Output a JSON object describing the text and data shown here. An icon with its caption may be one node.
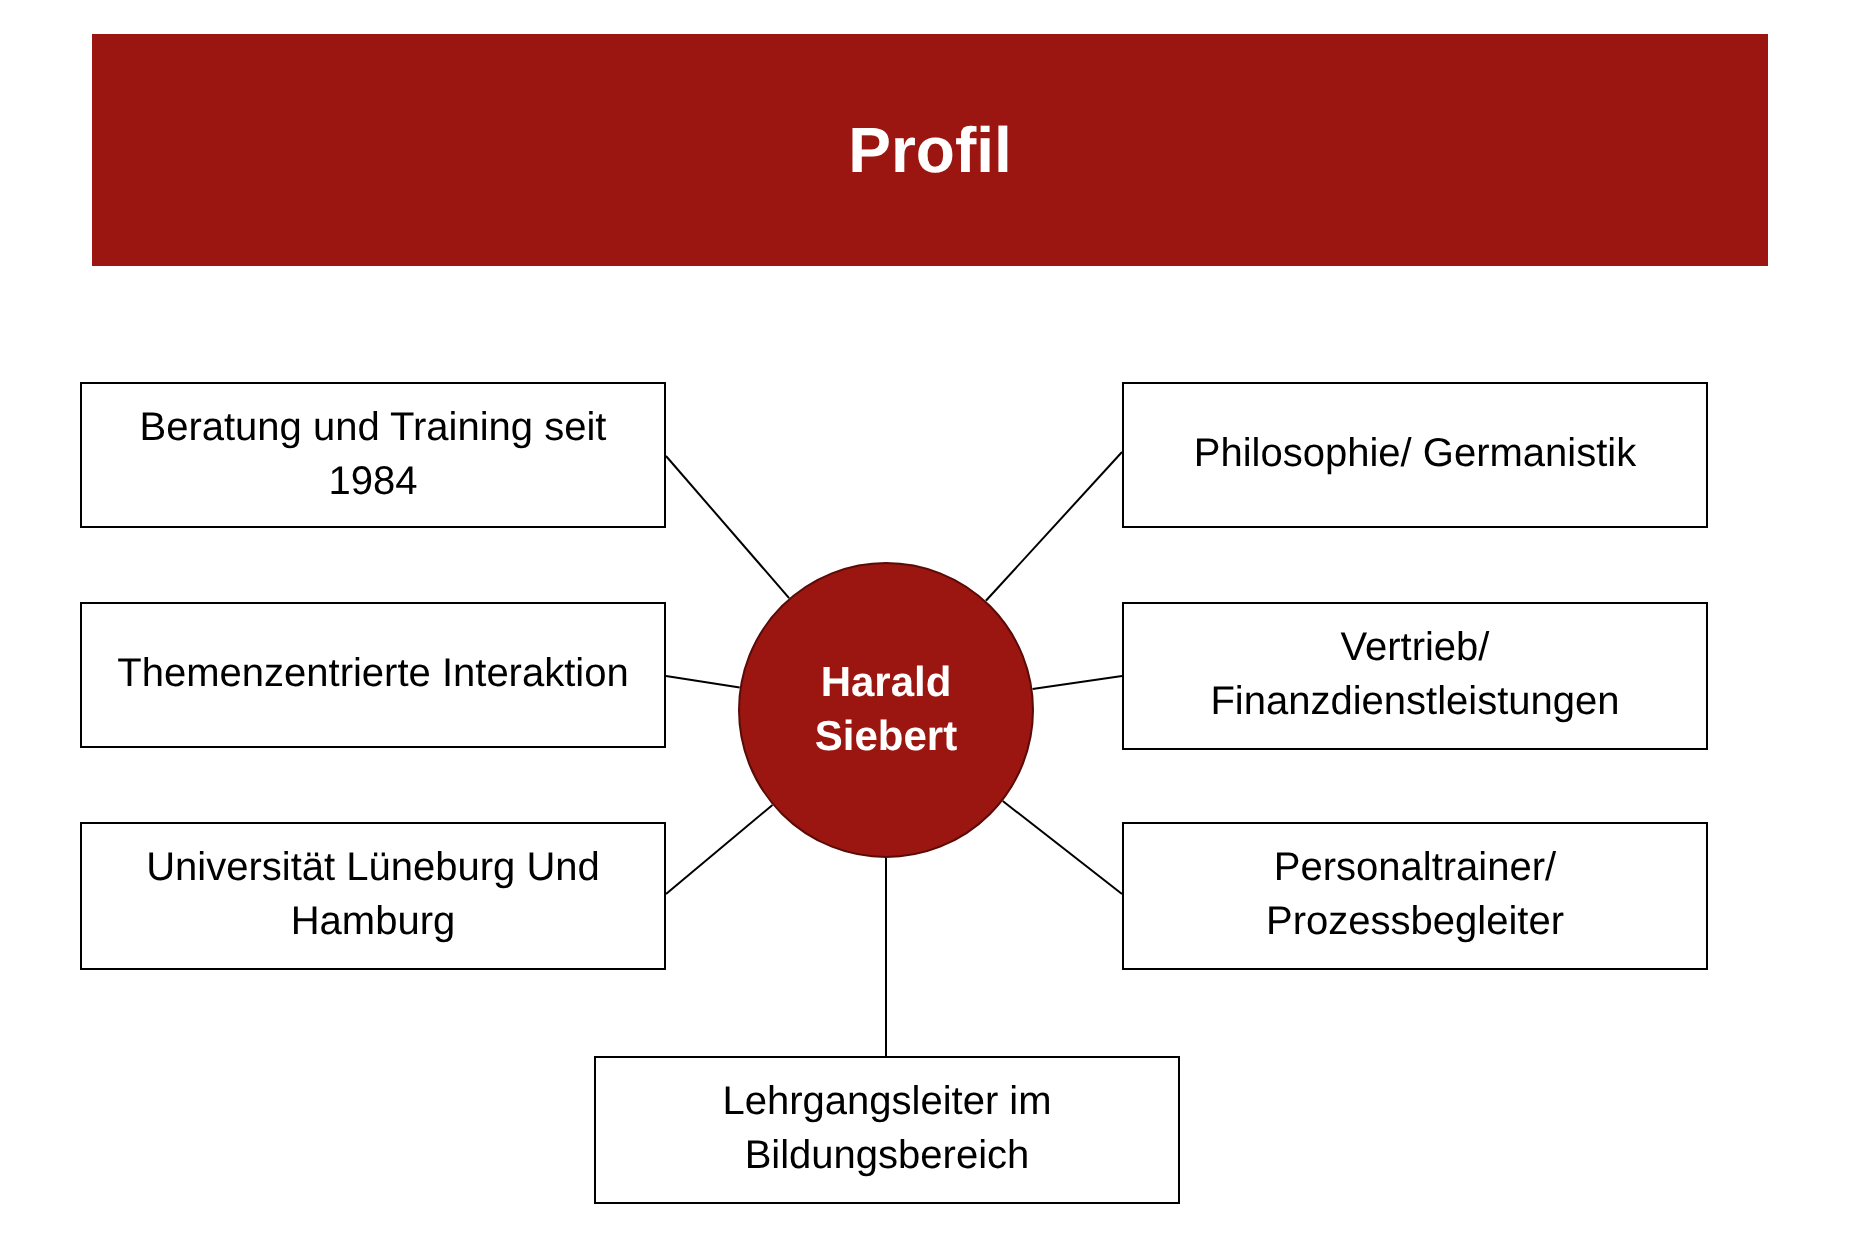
{
  "diagram": {
    "title": "Profil",
    "nodes": [
      {
        "text": [
          "Beratung und Training seit 1984"
        ]
      },
      {
        "text": [
          "Philosophie/ Germanistik"
        ]
      },
      {
        "text": [
          "Themenzentrierte Interaktion"
        ]
      },
      {
        "text": [
          "Harald Siebert"
        ]
      },
      {
        "text": [
          "Vertrieb/ Finanzdienstleistungen"
        ]
      },
      {
        "text": [
          "Universität Lüneburg Und Hamburg"
        ]
      },
      {
        "text": [
          "Personaltrainer/ Prozessbegleiter"
        ]
      },
      {
        "text": [
          "Lehrgangsleiter im Bildungsbereich"
        ]
      }
    ],
    "edges": [
      {
        "from": 3,
        "to": 0,
        "arrow": "none"
      },
      {
        "from": 3,
        "to": 1,
        "arrow": "none"
      },
      {
        "from": 3,
        "to": 2,
        "arrow": "none"
      },
      {
        "from": 3,
        "to": 4,
        "arrow": "none"
      },
      {
        "from": 3,
        "to": 5,
        "arrow": "none"
      },
      {
        "from": 3,
        "to": 6,
        "arrow": "none"
      },
      {
        "from": 3,
        "to": 7,
        "arrow": "none"
      }
    ]
  }
}
